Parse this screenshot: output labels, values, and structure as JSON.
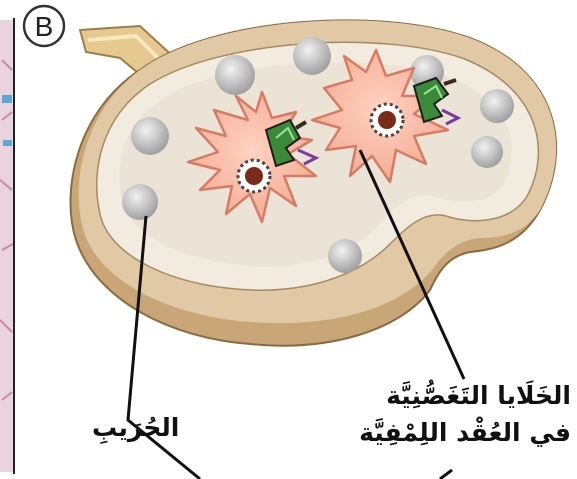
{
  "panel_letter": "B",
  "labels": {
    "follicle": "الجُرَيبِ",
    "dendritic_cells_line1": "الخَلَايا التَغَصُّنِيَّة",
    "dendritic_cells_line2": "في العُقْد اللِمْفِيَّة"
  }
}
